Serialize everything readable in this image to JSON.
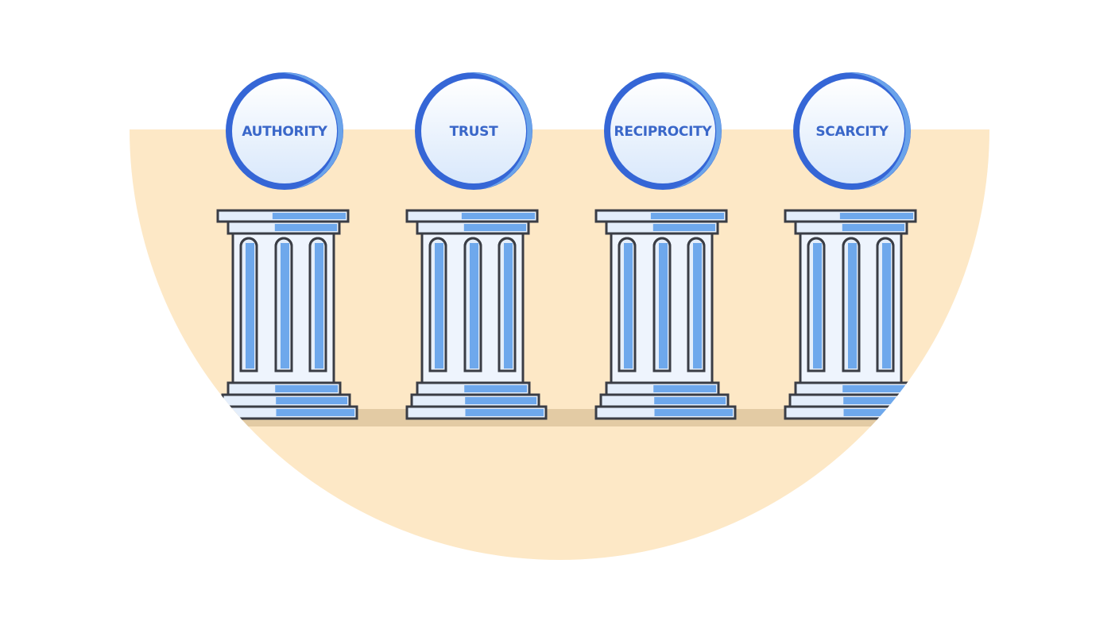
{
  "pillars": [
    {
      "label": "AUTHORITY"
    },
    {
      "label": "TRUST"
    },
    {
      "label": "RECIPROCITY"
    },
    {
      "label": "SCARCITY"
    }
  ],
  "colors": {
    "background_shape": "#fde8c6",
    "shadow": "#e3cba4",
    "ring_dark": "#3566d6",
    "ring_light": "#6aa3ea",
    "pillar_light": "#e4eefb",
    "pillar_blue": "#6ea8ec",
    "outline": "#3a3d45",
    "label": "#3a67c9"
  }
}
